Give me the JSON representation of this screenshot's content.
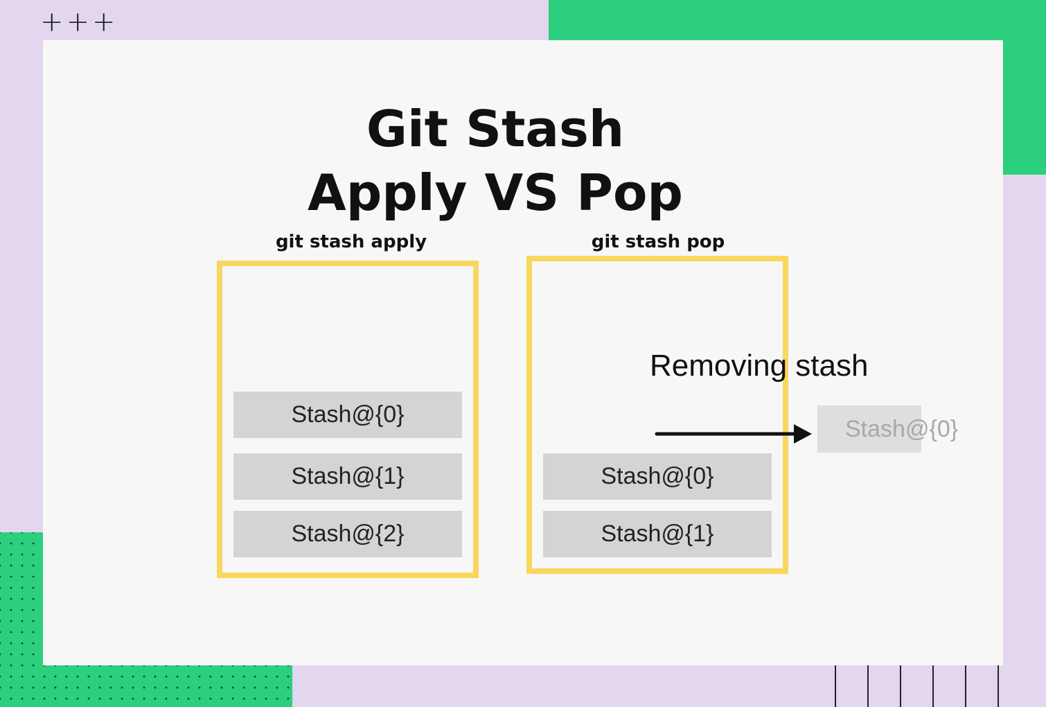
{
  "decor": {
    "plus_marks": "+++"
  },
  "title": {
    "line1": "Git Stash",
    "line2": "Apply VS Pop"
  },
  "apply": {
    "label": "git stash apply",
    "items": [
      "Stash@{0}",
      "Stash@{1}",
      "Stash@{2}"
    ]
  },
  "pop": {
    "label": "git stash pop",
    "items": [
      "Stash@{0}",
      "Stash@{1}"
    ],
    "removing_label": "Removing stash",
    "removed_item": "Stash@{0}"
  },
  "colors": {
    "background": "#e2d7ef",
    "accent_green": "#2bcf7e",
    "box_border": "#f8d75c",
    "stash_fill": "#d4d4d4"
  }
}
